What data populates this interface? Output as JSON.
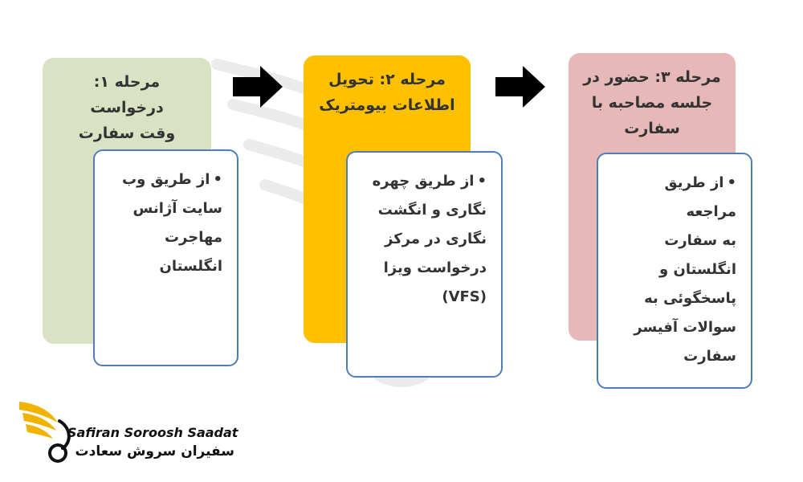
{
  "stages": [
    {
      "title_line1": "مرحله ۱: درخواست",
      "title_line2": "وقت سفارت",
      "title_line3": "",
      "bullet_lines": [
        "از طریق وب",
        "سایت آژانس",
        "مهاجرت",
        "انگلستان"
      ]
    },
    {
      "title_line1": "مرحله ۲: تحویل",
      "title_line2": "اطلاعات بیومتریک",
      "title_line3": "",
      "bullet_lines": [
        "از طریق چهره",
        "نگاری و انگشت",
        "نگاری در مرکز",
        "درخواست ویزا",
        "(VFS)"
      ]
    },
    {
      "title_line1": "مرحله ۳: حضور در",
      "title_line2": "جلسه مصاحبه با",
      "title_line3": "سفارت",
      "bullet_lines": [
        "از طریق مراجعه",
        "به سفارت",
        "انگلستان و",
        "پاسخگوئی به",
        "سوالات آفیسر",
        "سفارت"
      ]
    }
  ],
  "logo": {
    "name_en": "Safiran Soroosh Saadat",
    "name_fa": "سفیران سروش سعادت"
  },
  "colors": {
    "stage1": "#d9e3c3",
    "stage2": "#ffc000",
    "stage3": "#e6b9b8",
    "card_border": "#4f7db8",
    "arrow": "#000000",
    "logo_gold": "#f0b400"
  },
  "icons": {
    "arrows": "right-arrow-icon",
    "logo": "golden-wing-logo"
  }
}
